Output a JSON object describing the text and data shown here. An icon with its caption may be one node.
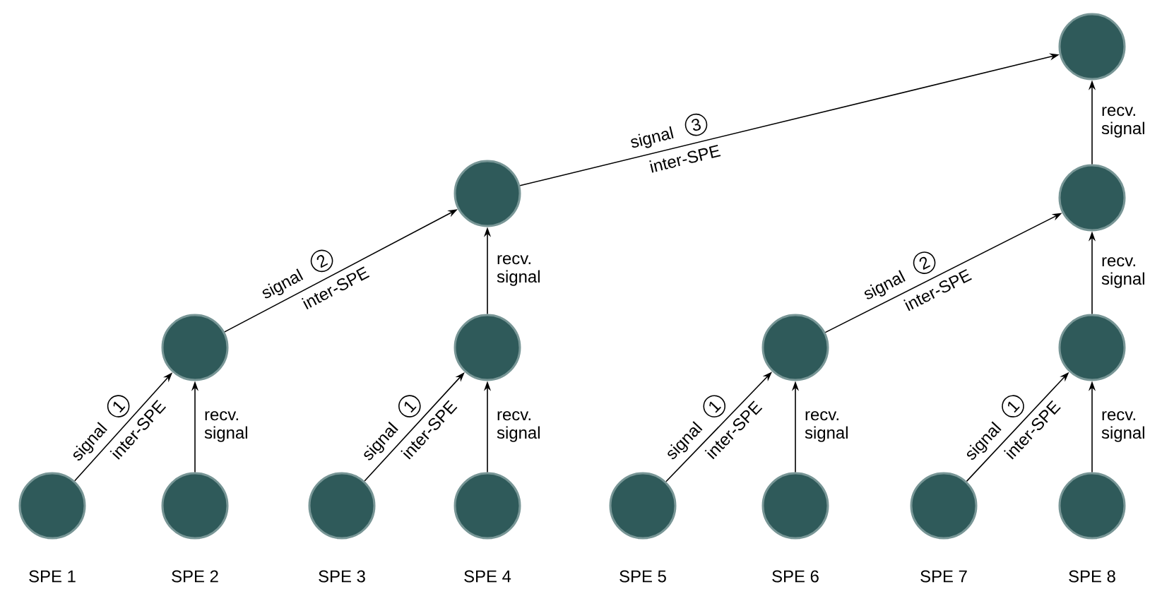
{
  "diagram": {
    "nodes": [
      {
        "text": [],
        "shape": "circle"
      },
      {
        "text": [],
        "shape": "circle"
      },
      {
        "text": [],
        "shape": "circle"
      },
      {
        "text": [],
        "shape": "circle"
      },
      {
        "text": [],
        "shape": "circle"
      },
      {
        "text": [],
        "shape": "circle"
      },
      {
        "text": [],
        "shape": "circle"
      },
      {
        "text": [],
        "shape": "circle",
        "beside": [
          "SPE 1"
        ]
      },
      {
        "text": [],
        "shape": "circle",
        "beside": [
          "SPE 2"
        ]
      },
      {
        "text": [],
        "shape": "circle",
        "beside": [
          "SPE 3"
        ]
      },
      {
        "text": [],
        "shape": "circle",
        "beside": [
          "SPE 4"
        ]
      },
      {
        "text": [],
        "shape": "circle",
        "beside": [
          "SPE 5"
        ]
      },
      {
        "text": [],
        "shape": "circle",
        "beside": [
          "SPE 6"
        ]
      },
      {
        "text": [],
        "shape": "circle",
        "beside": [
          "SPE 7"
        ]
      },
      {
        "text": [],
        "shape": "circle",
        "beside": [
          "SPE 8"
        ]
      }
    ],
    "edges": [
      {
        "from": 7,
        "to": 3,
        "arrow": "to",
        "label": "inter-SPE"
      },
      {
        "from": 8,
        "to": 3,
        "arrow": "to",
        "label": "recv. signal"
      },
      {
        "from": 9,
        "to": 4,
        "arrow": "to",
        "label": "inter-SPE"
      },
      {
        "from": 10,
        "to": 4,
        "arrow": "to",
        "label": "recv. signal"
      },
      {
        "from": 11,
        "to": 5,
        "arrow": "to",
        "label": "inter-SPE"
      },
      {
        "from": 12,
        "to": 5,
        "arrow": "to",
        "label": "recv. signal"
      },
      {
        "from": 13,
        "to": 6,
        "arrow": "to",
        "label": "inter-SPE"
      },
      {
        "from": 14,
        "to": 6,
        "arrow": "to",
        "label": "recv. signal"
      },
      {
        "from": 3,
        "to": 2,
        "arrow": "to",
        "label": "inter-SPE"
      },
      {
        "from": 4,
        "to": 2,
        "arrow": "to",
        "label": "recv. signal"
      },
      {
        "from": 5,
        "to": 1,
        "arrow": "to",
        "label": "inter-SPE"
      },
      {
        "from": 6,
        "to": 1,
        "arrow": "to",
        "label": "recv. signal"
      },
      {
        "from": 2,
        "to": 0,
        "arrow": "to",
        "label": "inter-SPE"
      },
      {
        "from": 1,
        "to": 0,
        "arrow": "to",
        "label": "recv. signal"
      }
    ],
    "labels": [
      "signal",
      "3",
      "signal",
      "2",
      "signal",
      "2",
      "signal",
      "1",
      "signal",
      "1",
      "signal",
      "1",
      "signal",
      "1"
    ]
  }
}
